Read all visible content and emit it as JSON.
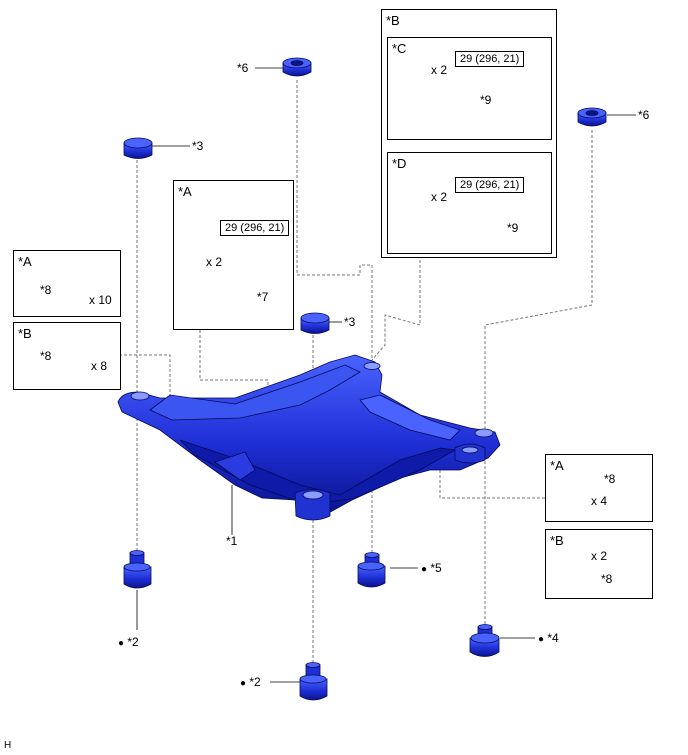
{
  "figure_code": "H",
  "callouts": {
    "c1": "*1",
    "c2a": "*2",
    "c2b": "*2",
    "c3a": "*3",
    "c3b": "*3",
    "c4": "*4",
    "c5": "*5",
    "c6a": "*6",
    "c6b": "*6",
    "c7": "*7"
  },
  "bullet": "●",
  "boxes": {
    "left_a": {
      "header": "*A",
      "part": "*8",
      "qty": "x 10"
    },
    "left_b": {
      "header": "*B",
      "part": "*8",
      "qty": "x 8"
    },
    "mid_a": {
      "header": "*A",
      "torque": "29 (296, 21)",
      "qty": "x 2"
    },
    "top_b": {
      "header": "*B"
    },
    "c_box": {
      "header": "*C",
      "torque": "29 (296, 21)",
      "qty": "x 2",
      "part": "*9"
    },
    "d_box": {
      "header": "*D",
      "torque": "29 (296, 21)",
      "qty": "x 2",
      "part": "*9"
    },
    "right_a": {
      "header": "*A",
      "part": "*8",
      "qty": "x 4"
    },
    "right_b": {
      "header": "*B",
      "part": "*8",
      "qty": "x 2"
    }
  },
  "colors": {
    "part_blue": "#1f2fd6",
    "part_dark": "#0a148c",
    "part_light": "#4a63ff"
  }
}
